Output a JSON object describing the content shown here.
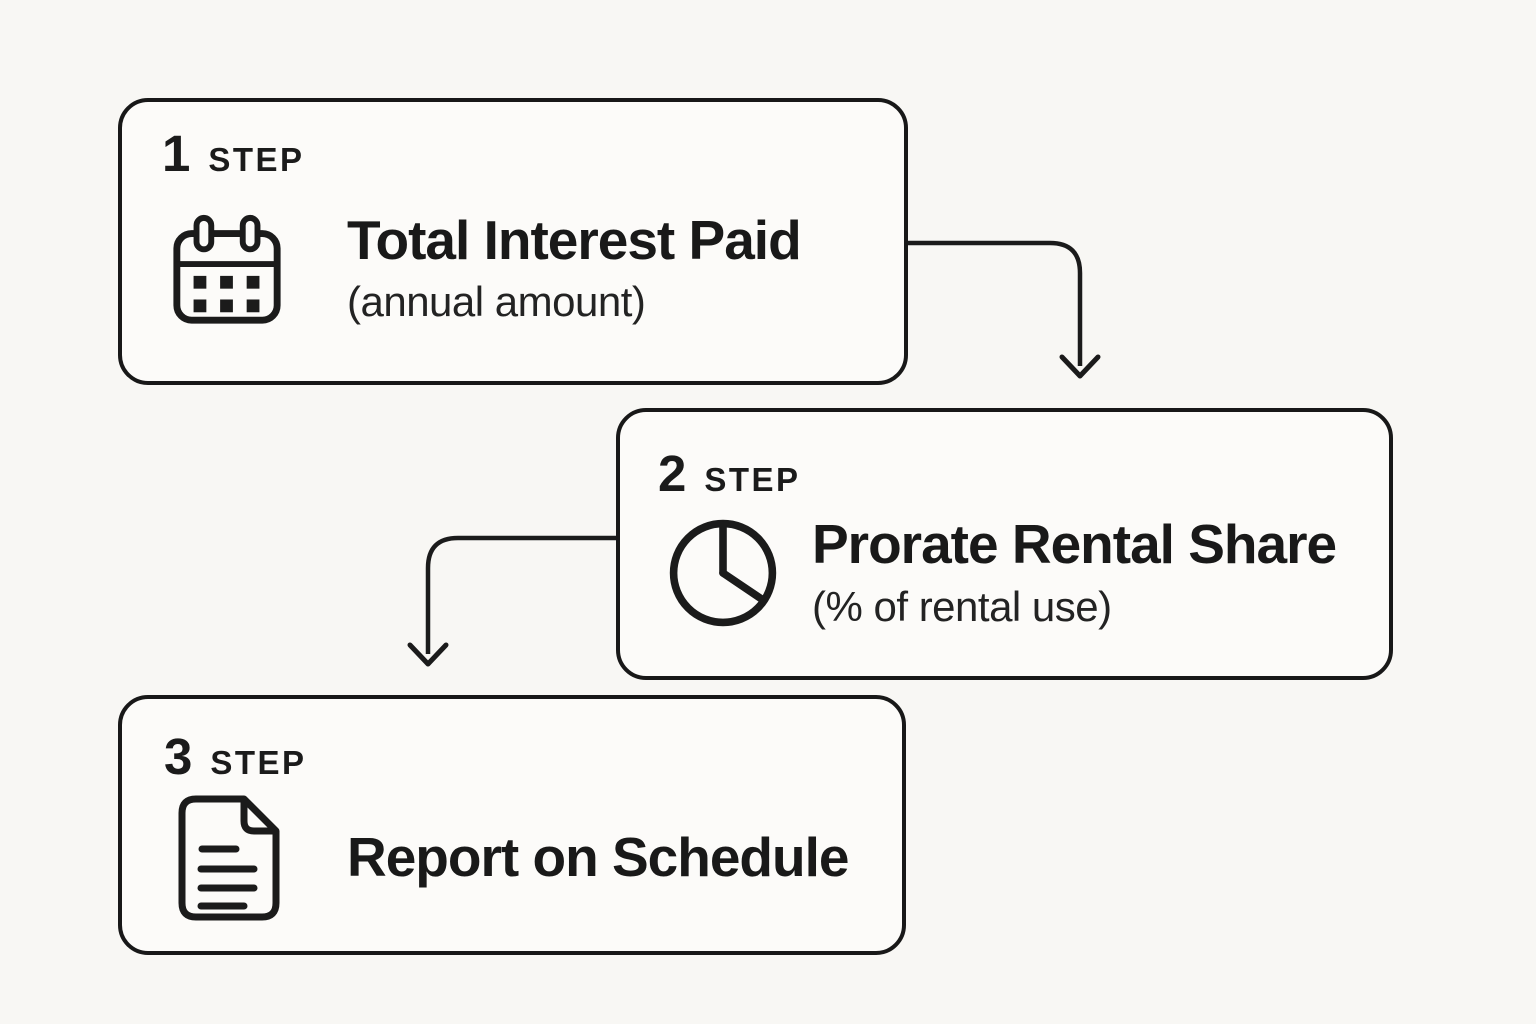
{
  "canvas": {
    "background": "#f8f7f4",
    "card_background": "#fcfbf9",
    "line_color": "#1b1b1b",
    "text_color": "#191919"
  },
  "steps": [
    {
      "number": "1",
      "label": "STEP",
      "title": "Total Interest Paid",
      "subtitle": "(annual amount)",
      "icon": "calendar-icon"
    },
    {
      "number": "2",
      "label": "STEP",
      "title": "Prorate Rental Share",
      "subtitle": "(% of rental use)",
      "icon": "pie-chart-icon"
    },
    {
      "number": "3",
      "label": "STEP",
      "title": "Report on Schedule",
      "subtitle": "",
      "icon": "document-icon"
    }
  ],
  "arrows": [
    {
      "from_step": "1",
      "to_step": "2"
    },
    {
      "from_step": "2",
      "to_step": "3"
    }
  ]
}
